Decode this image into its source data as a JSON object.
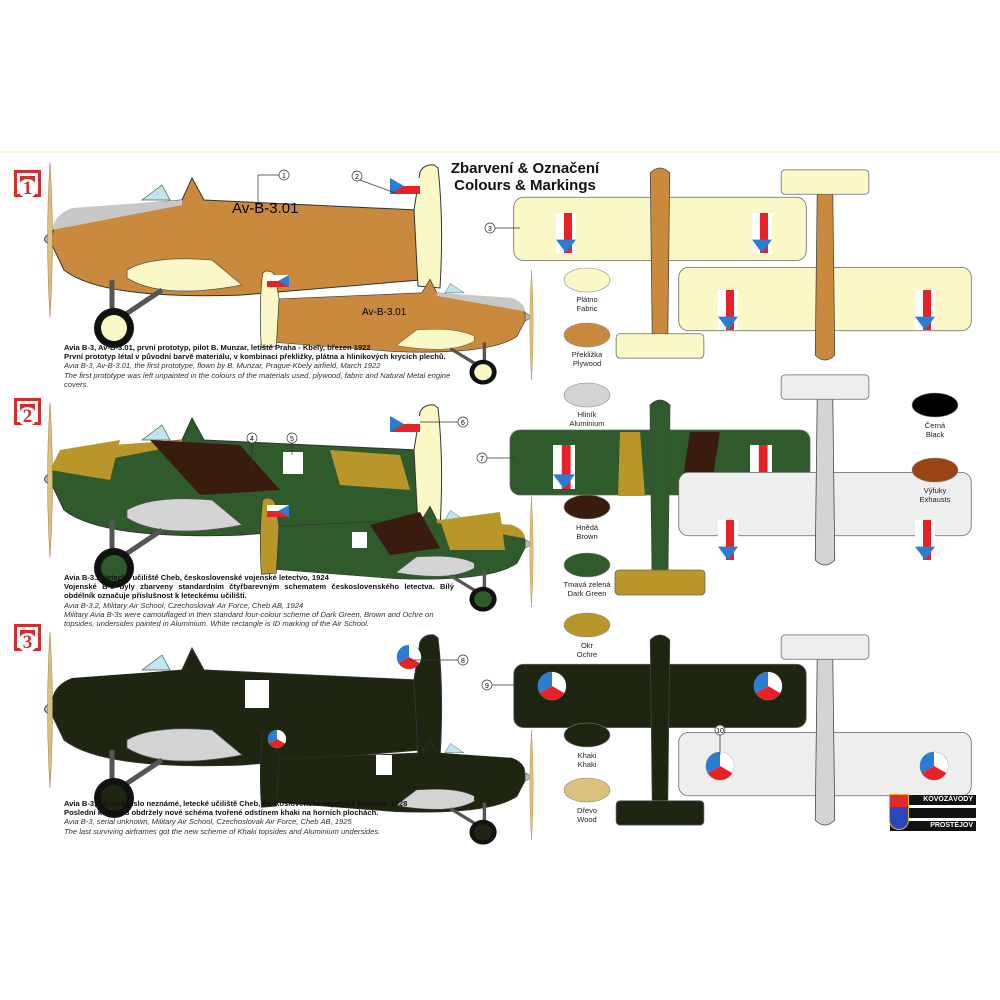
{
  "title": {
    "cz": "Zbarvení & Označení",
    "en": "Colours & Markings"
  },
  "schemes": [
    {
      "number": "1",
      "registration": "Av-B-3.01",
      "heading_cz": "Avia B-3, Av-B-3.01, první prototyp, pilot B. Munzar, letiště Praha - Kbely, březen 1922",
      "text_cz": "První prototyp létal v původní barvě materiálu, v kombinaci překližky, plátna a hliníkových krycích plechů.",
      "heading_en": "Avia B-3, Av-B-3.01, the first prototype, flown by B. Munzar, Prague-Kbely airfield, March 1922",
      "text_en": "The first prototype was left unpainted in the colours of the materials used, plywood, fabric and Natural Metal engine covers."
    },
    {
      "number": "2",
      "heading_cz": "Avia B-3.2, letecké učiliště Cheb, československé vojenské letectvo, 1924",
      "text_cz": "Vojenské B-3 byly zbarveny standardním čtyřbarevným schematem československého letectva. Bílý obdélník označuje příslušnost k leteckému učilišti.",
      "heading_en": "Avia B-3.2, Military Air School, Czechoslovak Air Force, Cheb AB, 1924",
      "text_en": "Military Avia B-3s were camouflaged in then standard four-colour scheme of Dark Green, Brown and Ochre on topsides, undersides painted in Aluminium. White rectangle is ID marking of the Air School."
    },
    {
      "number": "3",
      "heading_cz": "Avia B-3, sériové číslo neznámé, letecké učiliště Cheb, československé vojenské letectvo, 1928",
      "text_cz": "Poslední kusy B-3 obdržely nové schéma tvořené odstínem khaki na horních plochách.",
      "heading_en": "Avia B-3, serial unknown, Military Air School, Czechoslovak Air Force, Cheb AB, 1925",
      "text_en": "The last surviving airframes got the new scheme of Khaki topsides and Aluminium undersides."
    }
  ],
  "callouts": [
    "1",
    "2",
    "3",
    "4",
    "5",
    "6",
    "7",
    "8",
    "9",
    "10"
  ],
  "swatches": [
    {
      "cz": "Plátno",
      "en": "Fabric",
      "color": "#fbf8c8"
    },
    {
      "cz": "Překližka",
      "en": "Plywood",
      "color": "#c98a3e"
    },
    {
      "cz": "Hliník",
      "en": "Aluminium",
      "color": "#d4d4d4"
    },
    {
      "cz": "Hnědá",
      "en": "Brown",
      "color": "#3a1c0e"
    },
    {
      "cz": "Tmavá zelená",
      "en": "Dark Green",
      "color": "#2f5a2c"
    },
    {
      "cz": "Okr",
      "en": "Ochre",
      "color": "#b8962a"
    },
    {
      "cz": "Khaki",
      "en": "Khaki",
      "color": "#1e2510"
    },
    {
      "cz": "Dřevo",
      "en": "Wood",
      "color": "#dcc07e"
    },
    {
      "cz": "Černá",
      "en": "Black",
      "color": "#000000"
    },
    {
      "cz": "Výfuky",
      "en": "Exhausts",
      "color": "#9a4412"
    }
  ],
  "logo": {
    "line1": "KOVOZÁVODY",
    "line2": "PROSTĚJOV"
  }
}
